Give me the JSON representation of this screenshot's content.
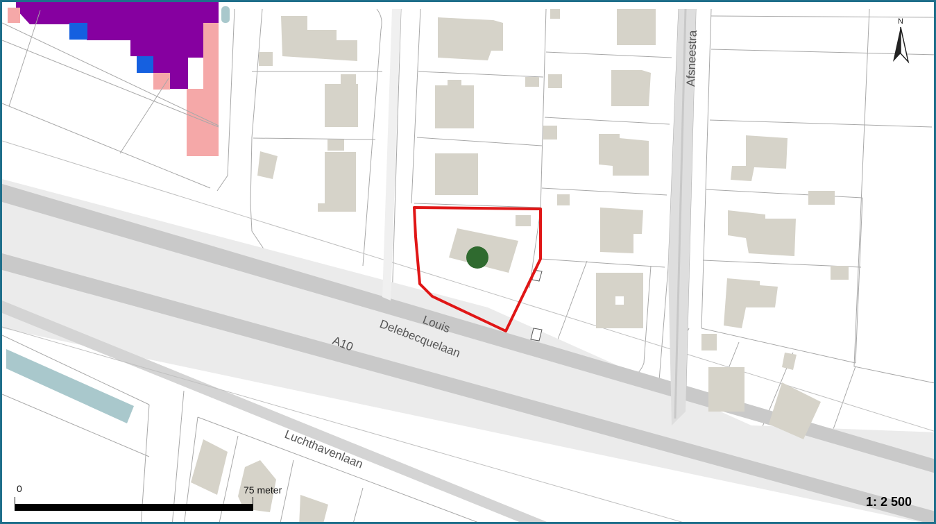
{
  "map": {
    "streets": [
      {
        "id": "afsneestra",
        "label": "Afsneestra"
      },
      {
        "id": "louis",
        "label": "Louis"
      },
      {
        "id": "delebecquelaan",
        "label": "Delebecquelaan"
      },
      {
        "id": "a10",
        "label": "A10"
      },
      {
        "id": "luchthavenlaan",
        "label": "Luchthavenlaan"
      }
    ],
    "colors": {
      "frame": "#1f6f8b",
      "building": "#d6d3c9",
      "parcel_line": "#a8a8a8",
      "road_band": "#c9c9c9",
      "water": "#a9c8cc",
      "zone_purple": "#8600a0",
      "zone_pink": "#f5a8a8",
      "zone_blue": "#1560e0",
      "selection_outline": "#e01616",
      "marker": "#2f6a2f"
    },
    "north": {
      "label": "N"
    },
    "scale": {
      "start_label": "0",
      "end_label": "75 meter",
      "ratio": "1: 2 500"
    }
  }
}
